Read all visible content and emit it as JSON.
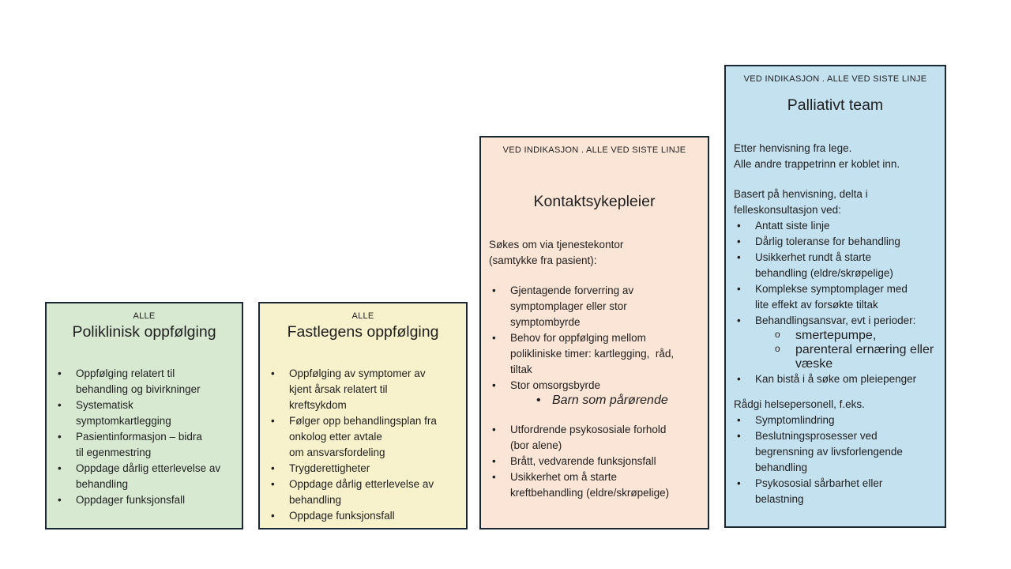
{
  "slide": {
    "background": "#ffffff",
    "border_color": "#1a2833",
    "text_color": "#1f1f1f"
  },
  "boxes": [
    {
      "id": "poliklinisk",
      "tag": "ALLE",
      "title": "Poliklinisk oppfølging",
      "fill": "#d8e9d2",
      "bullets": [
        "Oppfølging relatert til\nbehandling og bivirkninger",
        "Systematisk\nsymptomkartlegging",
        "Pasientinformasjon – bidra\ntil egenmestring",
        "Oppdage dårlig etterlevelse av\nbehandling",
        "Oppdager funksjonsfall"
      ]
    },
    {
      "id": "fastlege",
      "tag": "ALLE",
      "title": "Fastlegens oppfølging",
      "fill": "#f8f2cc",
      "bullets": [
        "Oppfølging av symptomer av\nkjent årsak relatert til\nkreftsykdom",
        "Følger opp behandlingsplan fra\nonkolog etter avtale\nom ansvarsfordeling",
        "Trygderettigheter",
        "Oppdage dårlig etterlevelse av\nbehandling",
        "Oppdage funksjonsfall"
      ]
    },
    {
      "id": "kontaktsykepleier",
      "tag": "VED INDIKASJON . ALLE VED SISTE LINJE",
      "title": "Kontaktsykepleier",
      "fill": "#fbe5d6",
      "intro": "Søkes om via tjenestekontor\n(samtykke fra pasient):",
      "bullets": [
        "Gjentagende forverring av\nsymptomplager eller stor\nsymptombyrde",
        "Behov for oppfølging mellom\npolikliniske timer: kartlegging,  råd,\ntiltak",
        "Stor omsorgsbyrde",
        "Utfordrende psykososiale forhold\n(bor alene)",
        "Brått, vedvarende funksjonsfall",
        "Usikkerhet om å starte\nkreftbehandling (eldre/skrøpelige)"
      ],
      "sub_bullet": "Barn som pårørende"
    },
    {
      "id": "palliativt-team",
      "tag": "VED INDIKASJON . ALLE VED SISTE LINJE",
      "title": "Palliativt team",
      "fill": "#c4e1f0",
      "para1": "Etter henvisning fra lege.\nAlle andre trappetrinn er koblet inn.",
      "para2": "Basert på henvisning, delta i\nfelleskonsultasjon ved:",
      "bullets": [
        "Antatt siste linje",
        "Dårlig toleranse for behandling",
        "Usikkerhet rundt å starte\nbehandling (eldre/skrøpelige)",
        "Komplekse symptomplager med\nlite effekt av forsøkte tiltak",
        "Behandlingsansvar, evt i perioder:",
        "Kan bistå i å søke om pleiepenger"
      ],
      "sub_bullets": [
        "smertepumpe,",
        "parenteral ernæring eller\nvæske"
      ],
      "para3": "Rådgi helsepersonell, f.eks.",
      "bullets2": [
        "Symptomlindring",
        "Beslutningsprosesser ved\nbegrensning av livsforlengende\nbehandling",
        "Psykososial sårbarhet eller\nbelastning"
      ]
    }
  ]
}
